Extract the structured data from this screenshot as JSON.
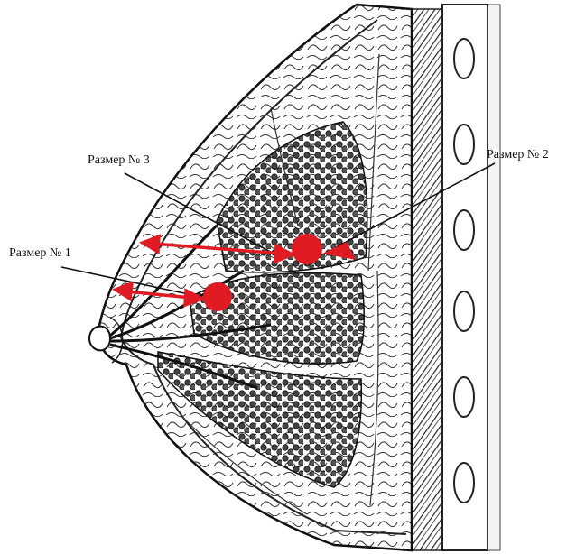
{
  "labels": {
    "size1": "Размер № 1",
    "size2": "Размер № 2",
    "size3": "Размер № 3"
  },
  "colors": {
    "marker": "#e01b24",
    "ink": "#1a1a1a",
    "tissue": "#ffffff",
    "gland": "#3a3a3a"
  }
}
